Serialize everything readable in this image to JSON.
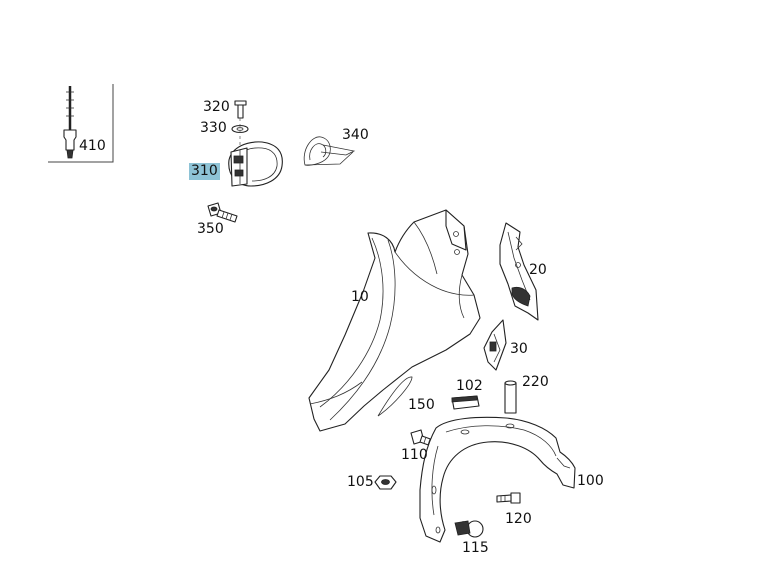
{
  "labels": {
    "p410": "410",
    "p320": "320",
    "p330": "330",
    "p310": "310",
    "p340": "340",
    "p350": "350",
    "p10": "10",
    "p20": "20",
    "p30": "30",
    "p102": "102",
    "p220": "220",
    "p150": "150",
    "p110": "110",
    "p105": "105",
    "p100": "100",
    "p120": "120",
    "p115": "115"
  },
  "selected_part": "310",
  "colors": {
    "highlight": "#8ec3d6",
    "line": "#222222"
  }
}
